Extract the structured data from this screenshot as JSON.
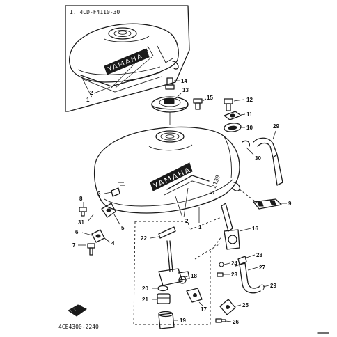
{
  "diagram": {
    "inset_title": "1. 4CD-F4110-30",
    "drawing_code": "4CE4300-2240",
    "brand_logo_text": "YAMAHA",
    "fwd_badge": "FWD",
    "small_tank_mark": "E 2130",
    "ink_color": "#1a1a1a",
    "paper_color": "#ffffff",
    "part_labels": [
      "1",
      "2",
      "3",
      "4",
      "5",
      "6",
      "7",
      "8",
      "9",
      "10",
      "11",
      "12",
      "13",
      "14",
      "15",
      "16",
      "17",
      "18",
      "19",
      "20",
      "21",
      "22",
      "23",
      "24",
      "25",
      "26",
      "27",
      "28",
      "29",
      "30",
      "31"
    ],
    "labels": {
      "l1a": "1",
      "l2a": "2",
      "l2b": "2",
      "l1b": "1",
      "l3": "3",
      "l4": "4",
      "l5": "5",
      "l6": "6",
      "l7": "7",
      "l8": "8",
      "l9": "9",
      "l10": "10",
      "l11": "11",
      "l12": "12",
      "l13": "13",
      "l14": "14",
      "l15": "15",
      "l16": "16",
      "l17": "17",
      "l18": "18",
      "l19": "19",
      "l20": "20",
      "l21": "21",
      "l22": "22",
      "l23": "23",
      "l24": "24",
      "l25": "25",
      "l26": "26",
      "l27": "27",
      "l28": "28",
      "l29a": "29",
      "l29b": "29",
      "l30": "30",
      "l31": "31"
    }
  }
}
